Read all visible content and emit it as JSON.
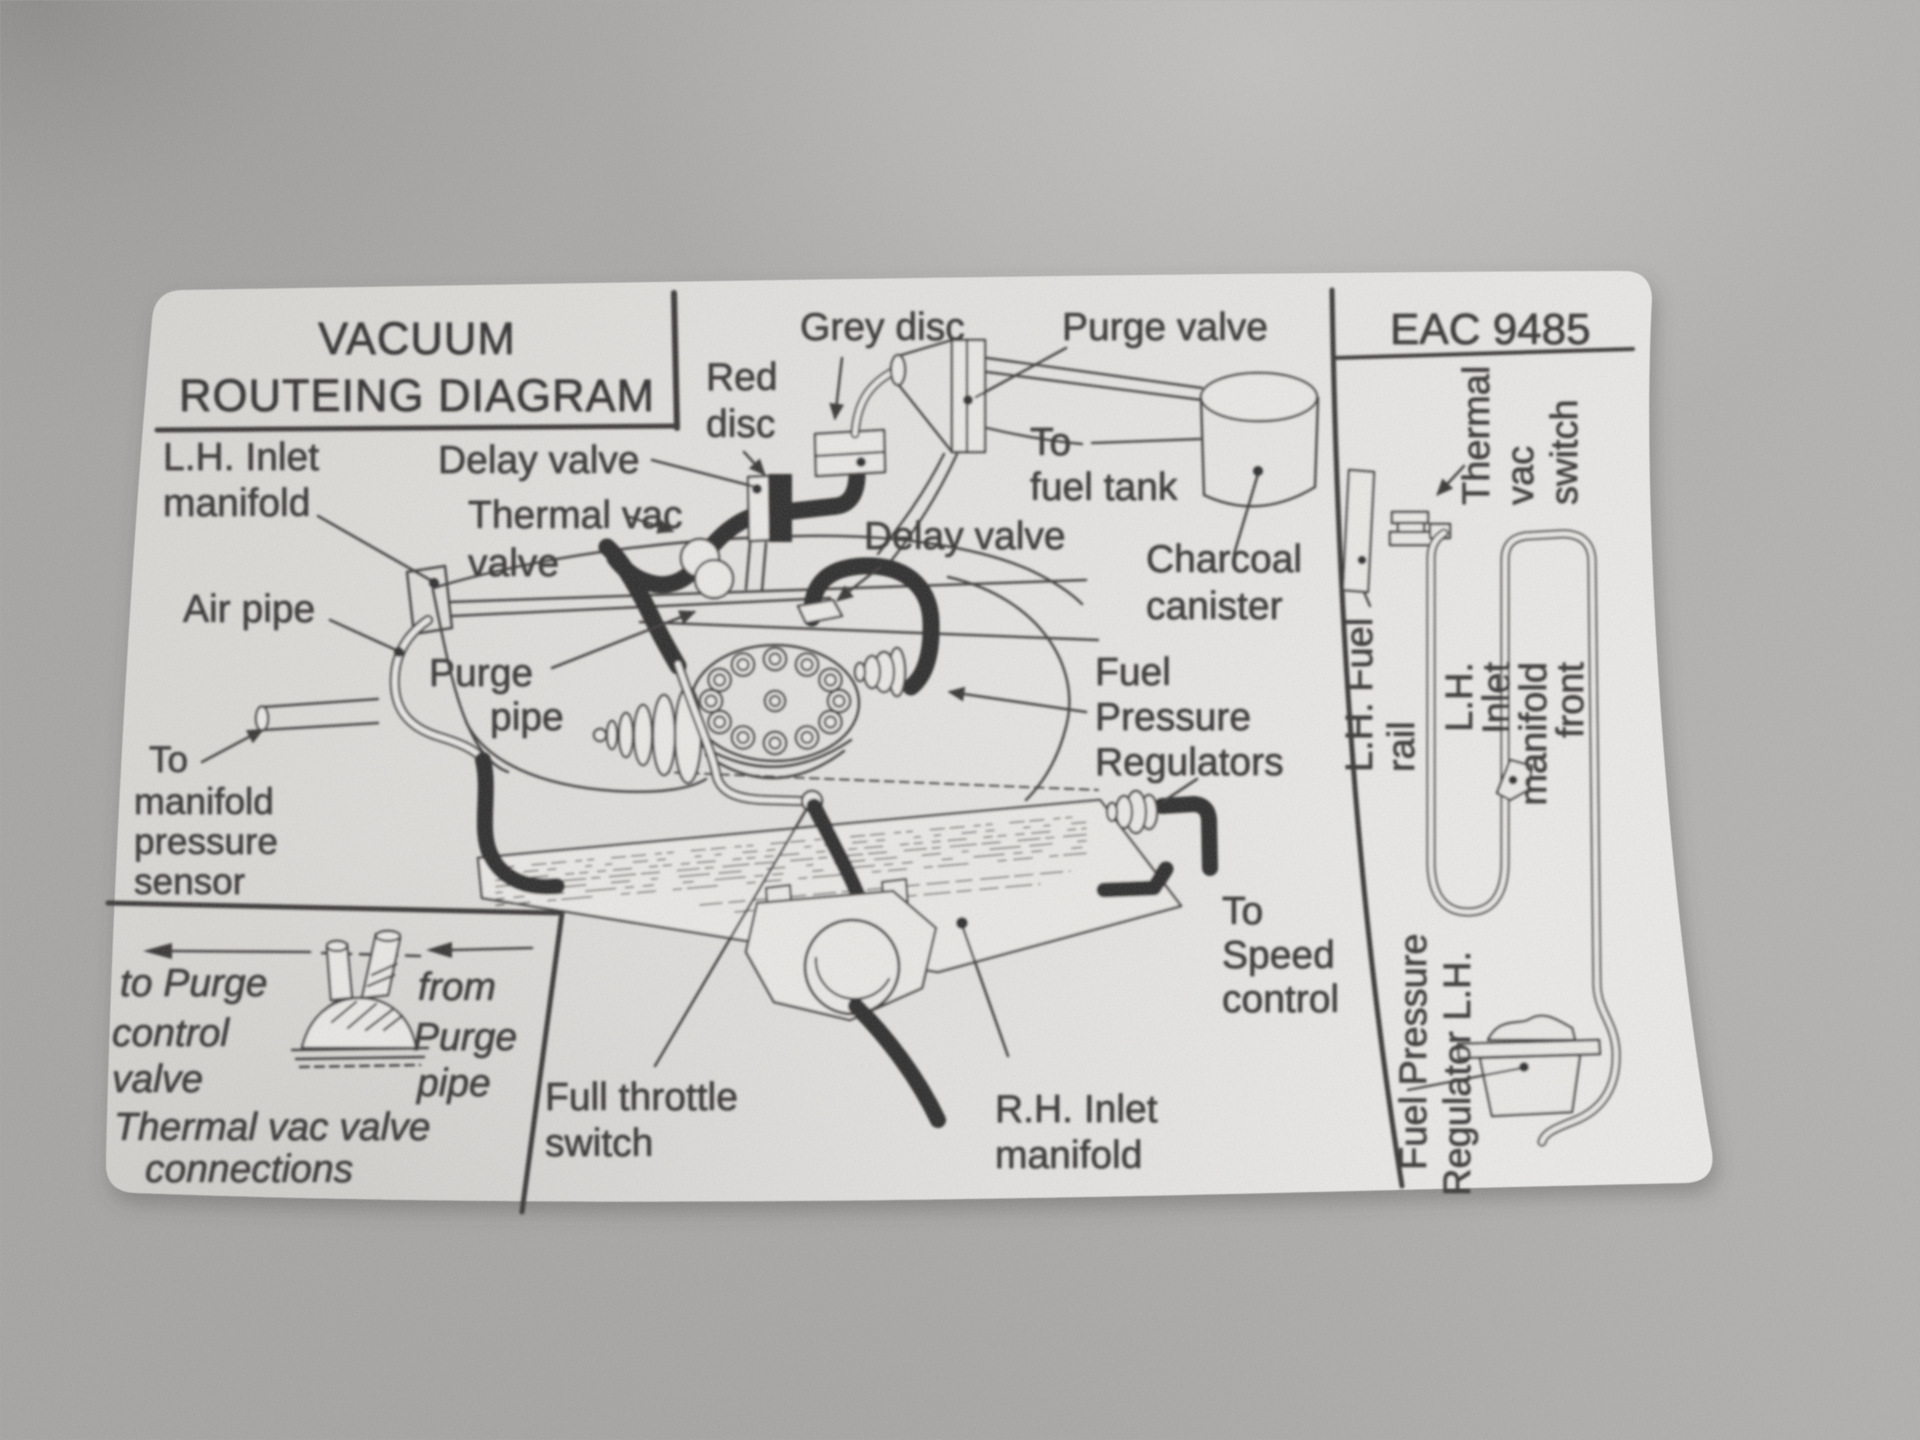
{
  "photo": {
    "subject": "vacuum routeing diagram decal",
    "colors": {
      "background_gray": "#b1afad",
      "background_dark_corner": "#6e6c6a",
      "background_bright": "#dedcda",
      "sticker_white": "#edebe8",
      "ink_black": "#2d2b2a"
    }
  },
  "sticker": {
    "title": {
      "line1": "VACUUM",
      "line2": "ROUTEING DIAGRAM"
    },
    "labels": {
      "lh_inlet_manifold": [
        "L.H. Inlet",
        "manifold"
      ],
      "delay_valve_top": [
        "Delay valve"
      ],
      "thermal_vac_valve": [
        "Thermal vac",
        "valve"
      ],
      "red_disc": [
        "Red",
        "disc"
      ],
      "grey_disc": [
        "Grey disc"
      ],
      "purge_valve": [
        "Purge valve"
      ],
      "to_fuel_tank": [
        "To",
        "fuel tank"
      ],
      "delay_valve_mid": [
        "Delay valve"
      ],
      "charcoal_canister": [
        "Charcoal",
        "canister"
      ],
      "air_pipe": [
        "Air pipe"
      ],
      "purge_pipe": [
        "Purge",
        "pipe"
      ],
      "to_manifold_pressure_sensor": [
        "To",
        "manifold",
        "pressure",
        "sensor"
      ],
      "fuel_pressure_regulators": [
        "Fuel",
        "Pressure",
        "Regulators"
      ],
      "to_speed_control": [
        "To",
        "Speed",
        "control"
      ],
      "full_throttle_switch": [
        "Full throttle",
        "switch"
      ],
      "rh_inlet_manifold": [
        "R.H. Inlet",
        "manifold"
      ]
    },
    "inset": {
      "to_purge_control_valve": [
        "to Purge",
        "control",
        "valve"
      ],
      "from_purge_pipe": [
        "from",
        "Purge",
        "pipe"
      ],
      "caption": [
        "Thermal vac valve",
        "connections"
      ]
    },
    "right_panel": {
      "part_number": "EAC 9485",
      "thermal_vac_switch": [
        "Thermal",
        "vac",
        "switch"
      ],
      "lh_fuel_rail": [
        "L.H. Fuel",
        "rail"
      ],
      "lh_inlet_manifold_front": [
        "L.H.",
        "Inlet",
        "manifold",
        "front"
      ],
      "fuel_pressure_regulator_lh": [
        "Fuel Pressure",
        "Regulator L.H."
      ]
    }
  }
}
